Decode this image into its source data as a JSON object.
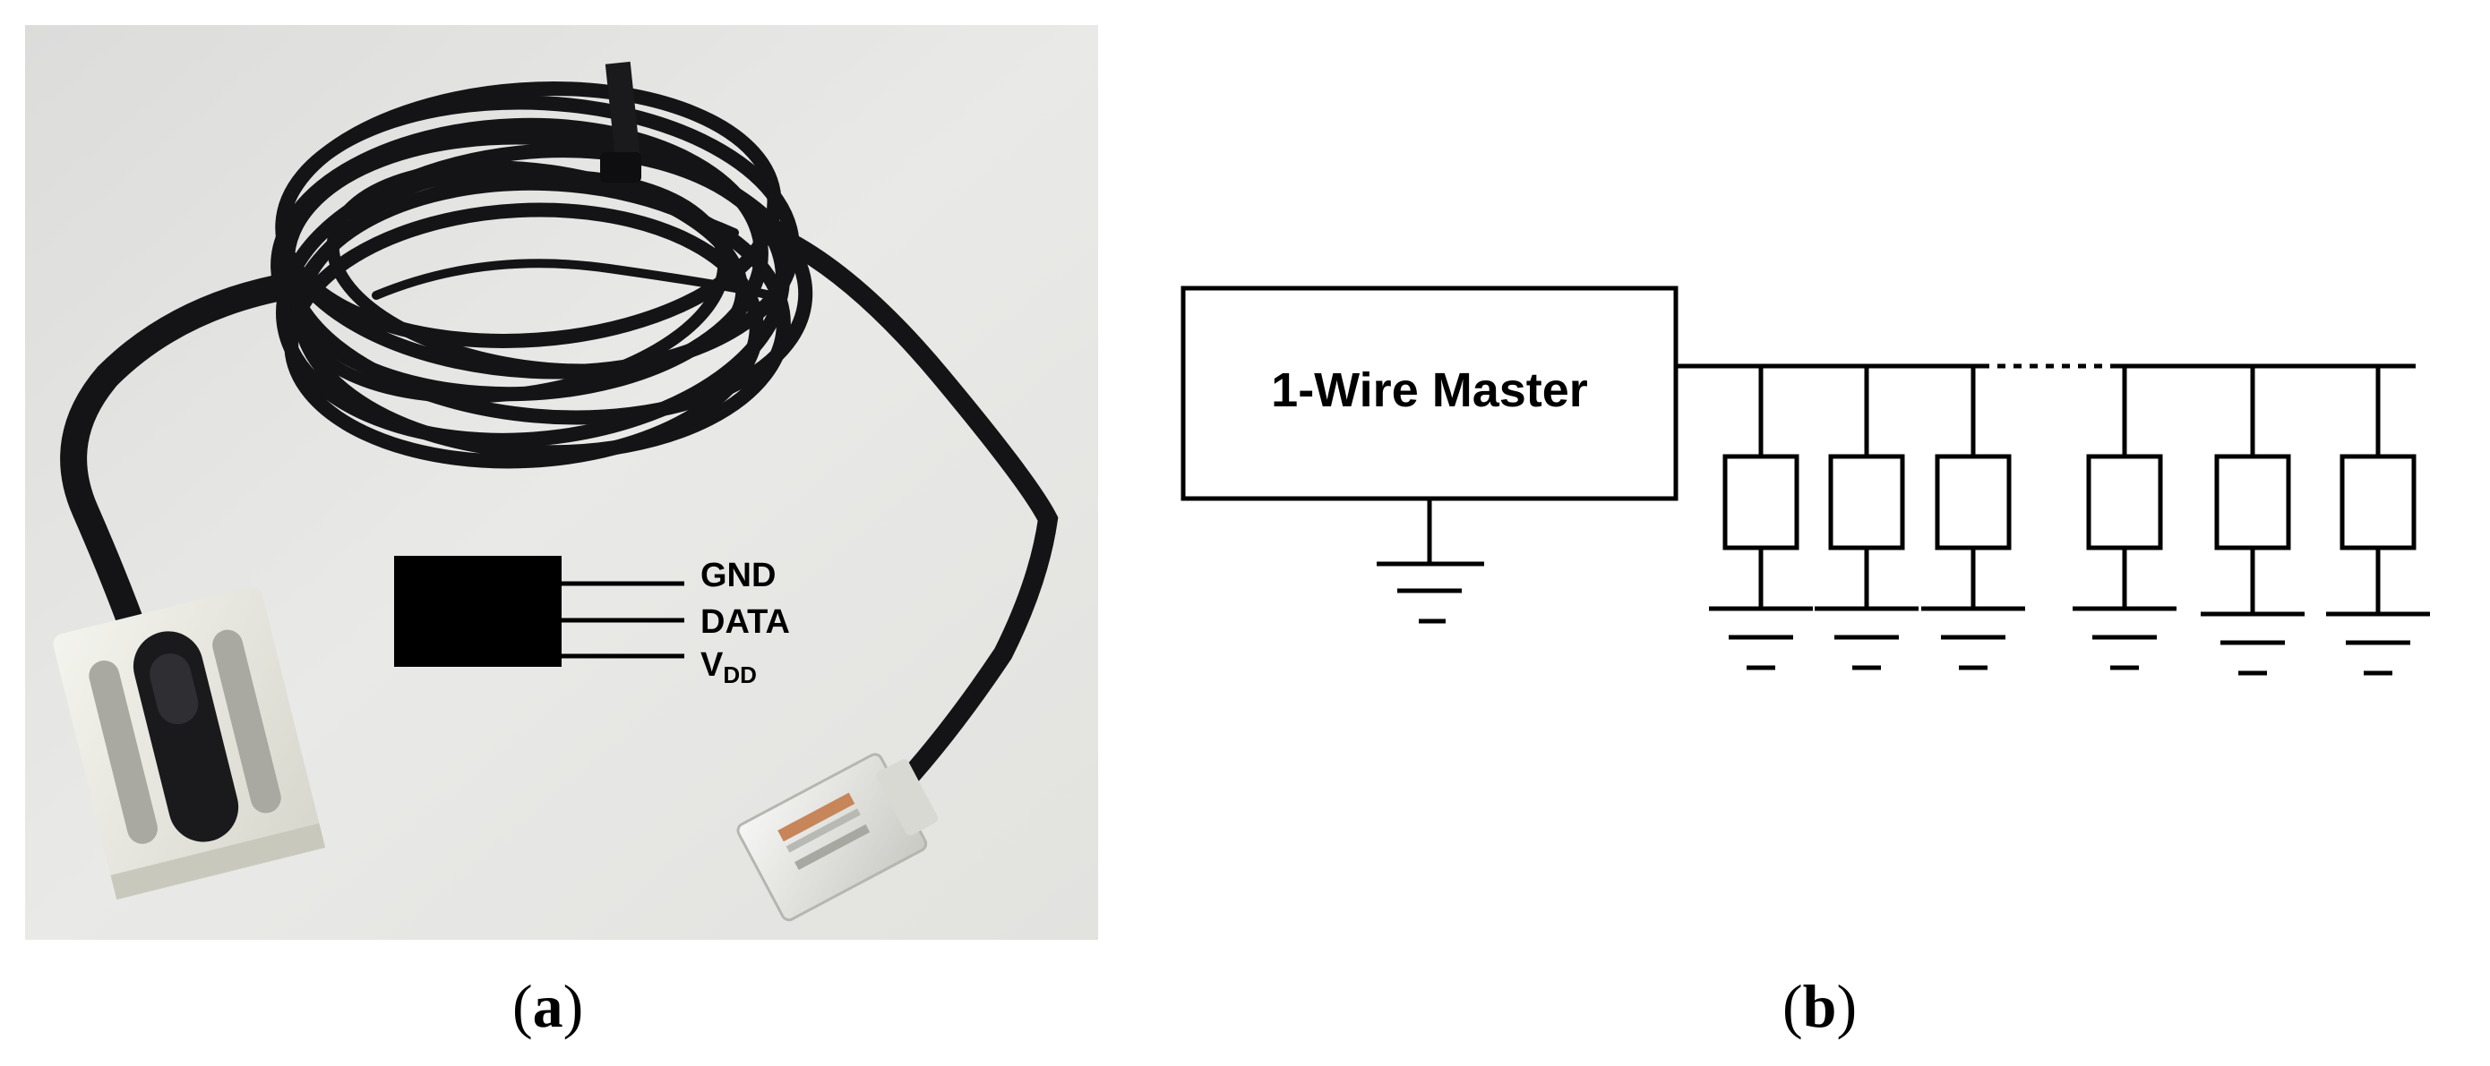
{
  "panel_a": {
    "caption_letter": "a",
    "pins": {
      "gnd": "GND",
      "data": "DATA",
      "vdd_main": "V",
      "vdd_sub": "DD"
    },
    "photo": {
      "background_color": "#e7e7e5",
      "cable_color": "#141416",
      "sensor_housing_color": "#eeeee6",
      "connector_color": "#dcdcd8"
    }
  },
  "panel_b": {
    "caption_letter": "b",
    "master_label": "1-Wire Master",
    "slave_count": 6
  },
  "caption_open": "(",
  "caption_close": ")"
}
